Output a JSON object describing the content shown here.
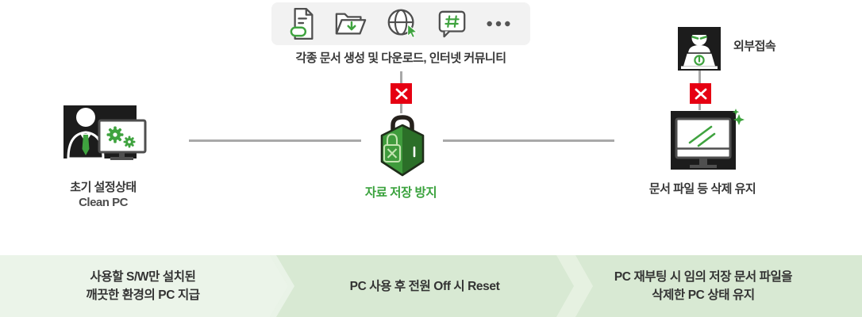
{
  "colors": {
    "green": "#3fa33f",
    "green_text": "#3aa23d",
    "red": "#e60012",
    "gray_line": "#a8a8a8",
    "text_dark": "#383838",
    "band1": "#ebf4e9",
    "band2": "#d8e9d3",
    "band_stripe": "#e6f1e1",
    "shield_front": "#3f9b3c",
    "shield_side": "#2b6f28",
    "icon_bg": "#1c1c1c",
    "strip_bg": "#f2f2f2"
  },
  "activity_bar": {
    "caption": "각종 문서 생성 및 다운로드, 인터넷 커뮤니티",
    "icons": [
      "document-icon",
      "folder-download-icon",
      "globe-cursor-icon",
      "hashtag-bubble-icon",
      "ellipsis-icon"
    ]
  },
  "nodes": {
    "clean_pc": {
      "title": "초기 설정상태",
      "subtitle": "Clean PC"
    },
    "block_storage": {
      "label": "자료 저장 방지"
    },
    "external_access": {
      "label": "외부접속"
    },
    "delete_keep": {
      "label": "문서 파일 등 삭제 유지"
    }
  },
  "steps": [
    {
      "line1": "사용할 S/W만 설치된",
      "line2": "깨끗한 환경의 PC 지급"
    },
    {
      "line1": "PC 사용 후 전원 Off 시 Reset",
      "line2": ""
    },
    {
      "line1": "PC 재부팅 시 임의 저장 문서 파일을",
      "line2": "삭제한 PC 상태 유지"
    }
  ]
}
